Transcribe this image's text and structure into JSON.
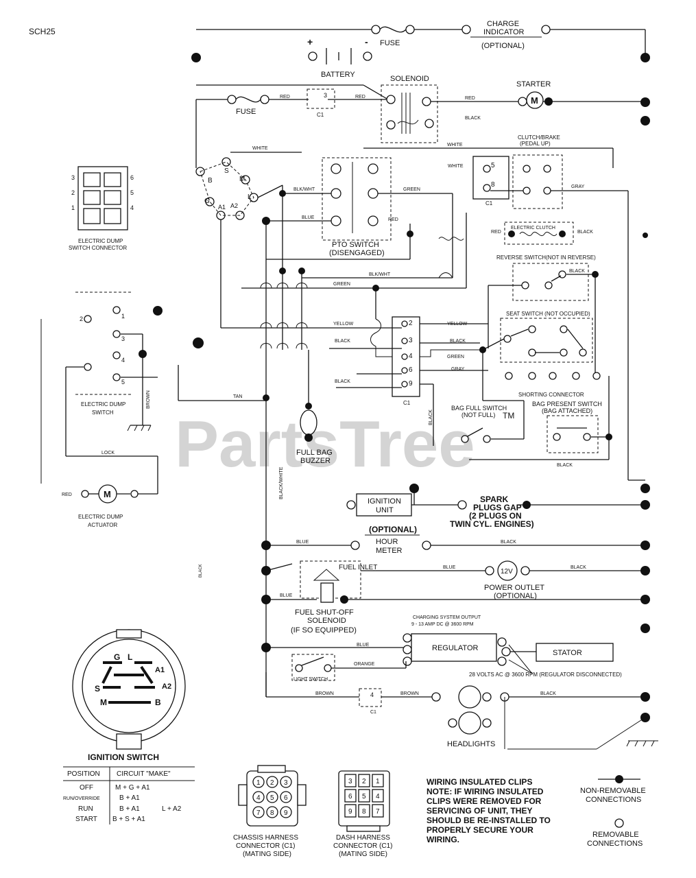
{
  "title": "SCH25",
  "watermark": {
    "text": "PartsTree",
    "tm": "TM"
  },
  "top": {
    "fuse": "FUSE",
    "charge_line1": "CHARGE",
    "charge_line2": "INDICATOR",
    "charge_line3": "(OPTIONAL)",
    "battery": "BATTERY",
    "battery_plus": "+",
    "battery_minus": "-"
  },
  "solenoid": {
    "label": "SOLENOID",
    "starter": "STARTER",
    "motor": "M"
  },
  "fuse2": {
    "label": "FUSE",
    "pin": "3",
    "conn": "C1"
  },
  "clutch": {
    "line1": "CLUTCH/BRAKE",
    "line2": "(PEDAL UP)",
    "pin5": "5",
    "pin8": "8",
    "conn": "C1"
  },
  "ignition_terms": {
    "B": "B",
    "M": "M",
    "S": "S",
    "L": "L",
    "G": "G",
    "A1": "A1",
    "A2": "A2"
  },
  "pto": {
    "line1": "PTO SWITCH",
    "line2": "(DISENGAGED)"
  },
  "wire_labels": {
    "red": "RED",
    "black": "BLACK",
    "white": "WHITE",
    "green": "GREEN",
    "gray": "GRAY",
    "blue": "BLUE",
    "yellow": "YELLOW",
    "orange": "ORANGE",
    "blkwht": "BLK/WHT",
    "blackwhite": "BLACK/WHITE",
    "brown": "BROWN",
    "tan": "TAN",
    "lock": "LOCK",
    "red_short": "RED"
  },
  "electric_clutch": "ELECTRIC CLUTCH",
  "reverse_switch": "REVERSE SWITCH(NOT IN REVERSE)",
  "seat_switch": "SEAT SWITCH (NOT OCCUPIED)",
  "shorting_connector": "SHORTING CONNECTOR",
  "bag_full": {
    "line1": "BAG FULL SWITCH",
    "line2": "(NOT FULL)"
  },
  "bag_present": {
    "line1": "BAG PRESENT SWITCH",
    "line2": "(BAG ATTACHED)"
  },
  "dump_connector": {
    "line1": "ELECTRIC DUMP",
    "line2": "SWITCH CONNECTOR",
    "pins": [
      "3",
      "2",
      "1",
      "6",
      "5",
      "4"
    ]
  },
  "dump_switch": {
    "line1": "ELECTRIC DUMP",
    "line2": "SWITCH",
    "pins": [
      "2",
      "1",
      "3",
      "4",
      "5"
    ]
  },
  "dump_actuator": {
    "line1": "ELECTRIC DUMP",
    "line2": "ACTUATOR",
    "motor": "M"
  },
  "c1_block": {
    "pins": [
      "2",
      "3",
      "4",
      "6",
      "9"
    ],
    "label": "C1"
  },
  "buzzer": {
    "line1": "FULL BAG",
    "line2": "BUZZER"
  },
  "ignition": {
    "line1": "IGNITION",
    "line2": "UNIT"
  },
  "spark": {
    "line1": "SPARK",
    "line2": "PLUGS GAP",
    "line3": "(2 PLUGS ON",
    "line4": "TWIN CYL. ENGINES)"
  },
  "hour_meter": {
    "optional": "(OPTIONAL)",
    "line1": "HOUR",
    "line2": "METER"
  },
  "fuel": {
    "line1": "FUEL SHUT-OFF",
    "line2": "SOLENOID",
    "line3": "(IF SO EQUIPPED)",
    "inlet": "FUEL INLET"
  },
  "power_outlet": {
    "line1": "POWER OUTLET",
    "line2": "(OPTIONAL)",
    "volts": "12V"
  },
  "regulator": {
    "label": "REGULATOR",
    "output_line1": "CHARGING SYSTEM OUTPUT",
    "output_line2": "9 - 13 AMP DC @ 3600 RPM"
  },
  "stator": {
    "label": "STATOR",
    "volts": "28 VOLTS AC @ 3600 RPM (REGULATOR DISCONNECTED)"
  },
  "light_switch": "LIGHT SWITCH",
  "headlights": "HEADLIGHTS",
  "c1_small": {
    "pin": "4",
    "label": "C1"
  },
  "ignition_switch": {
    "title": "IGNITION SWITCH",
    "headers": [
      "POSITION",
      "CIRCUIT \"MAKE\""
    ],
    "rows": [
      {
        "pos": "OFF",
        "c1": "M + G + A1",
        "c2": ""
      },
      {
        "pos": "RUN/OVERRIDE",
        "c1": "B + A1",
        "c2": ""
      },
      {
        "pos": "RUN",
        "c1": "B + A1",
        "c2": "L + A2"
      },
      {
        "pos": "START",
        "c1": "B + S + A1",
        "c2": ""
      }
    ],
    "terms": {
      "G": "G",
      "L": "L",
      "A1": "A1",
      "S": "S",
      "A2": "A2",
      "M": "M",
      "B": "B"
    }
  },
  "chassis_harness": {
    "line1": "CHASSIS HARNESS",
    "line2": "CONNECTOR (C1)",
    "line3": "(MATING SIDE)",
    "pins": [
      "1",
      "2",
      "3",
      "4",
      "5",
      "6",
      "7",
      "8",
      "9"
    ]
  },
  "dash_harness": {
    "line1": "DASH HARNESS",
    "line2": "CONNECTOR (C1)",
    "line3": "(MATING SIDE)",
    "pins": [
      "3",
      "2",
      "1",
      "6",
      "5",
      "4",
      "9",
      "8",
      "7"
    ]
  },
  "note": {
    "line1": "WIRING INSULATED CLIPS",
    "line2": "NOTE: IF WIRING INSULATED",
    "line3": "CLIPS WERE REMOVED FOR",
    "line4": "SERVICING OF UNIT, THEY",
    "line5": "SHOULD BE RE-INSTALLED TO",
    "line6": "PROPERLY SECURE YOUR",
    "line7": "WIRING."
  },
  "legend": {
    "non1": "NON-REMOVABLE",
    "non2": "CONNECTIONS",
    "rem1": "REMOVABLE",
    "rem2": "CONNECTIONS"
  }
}
